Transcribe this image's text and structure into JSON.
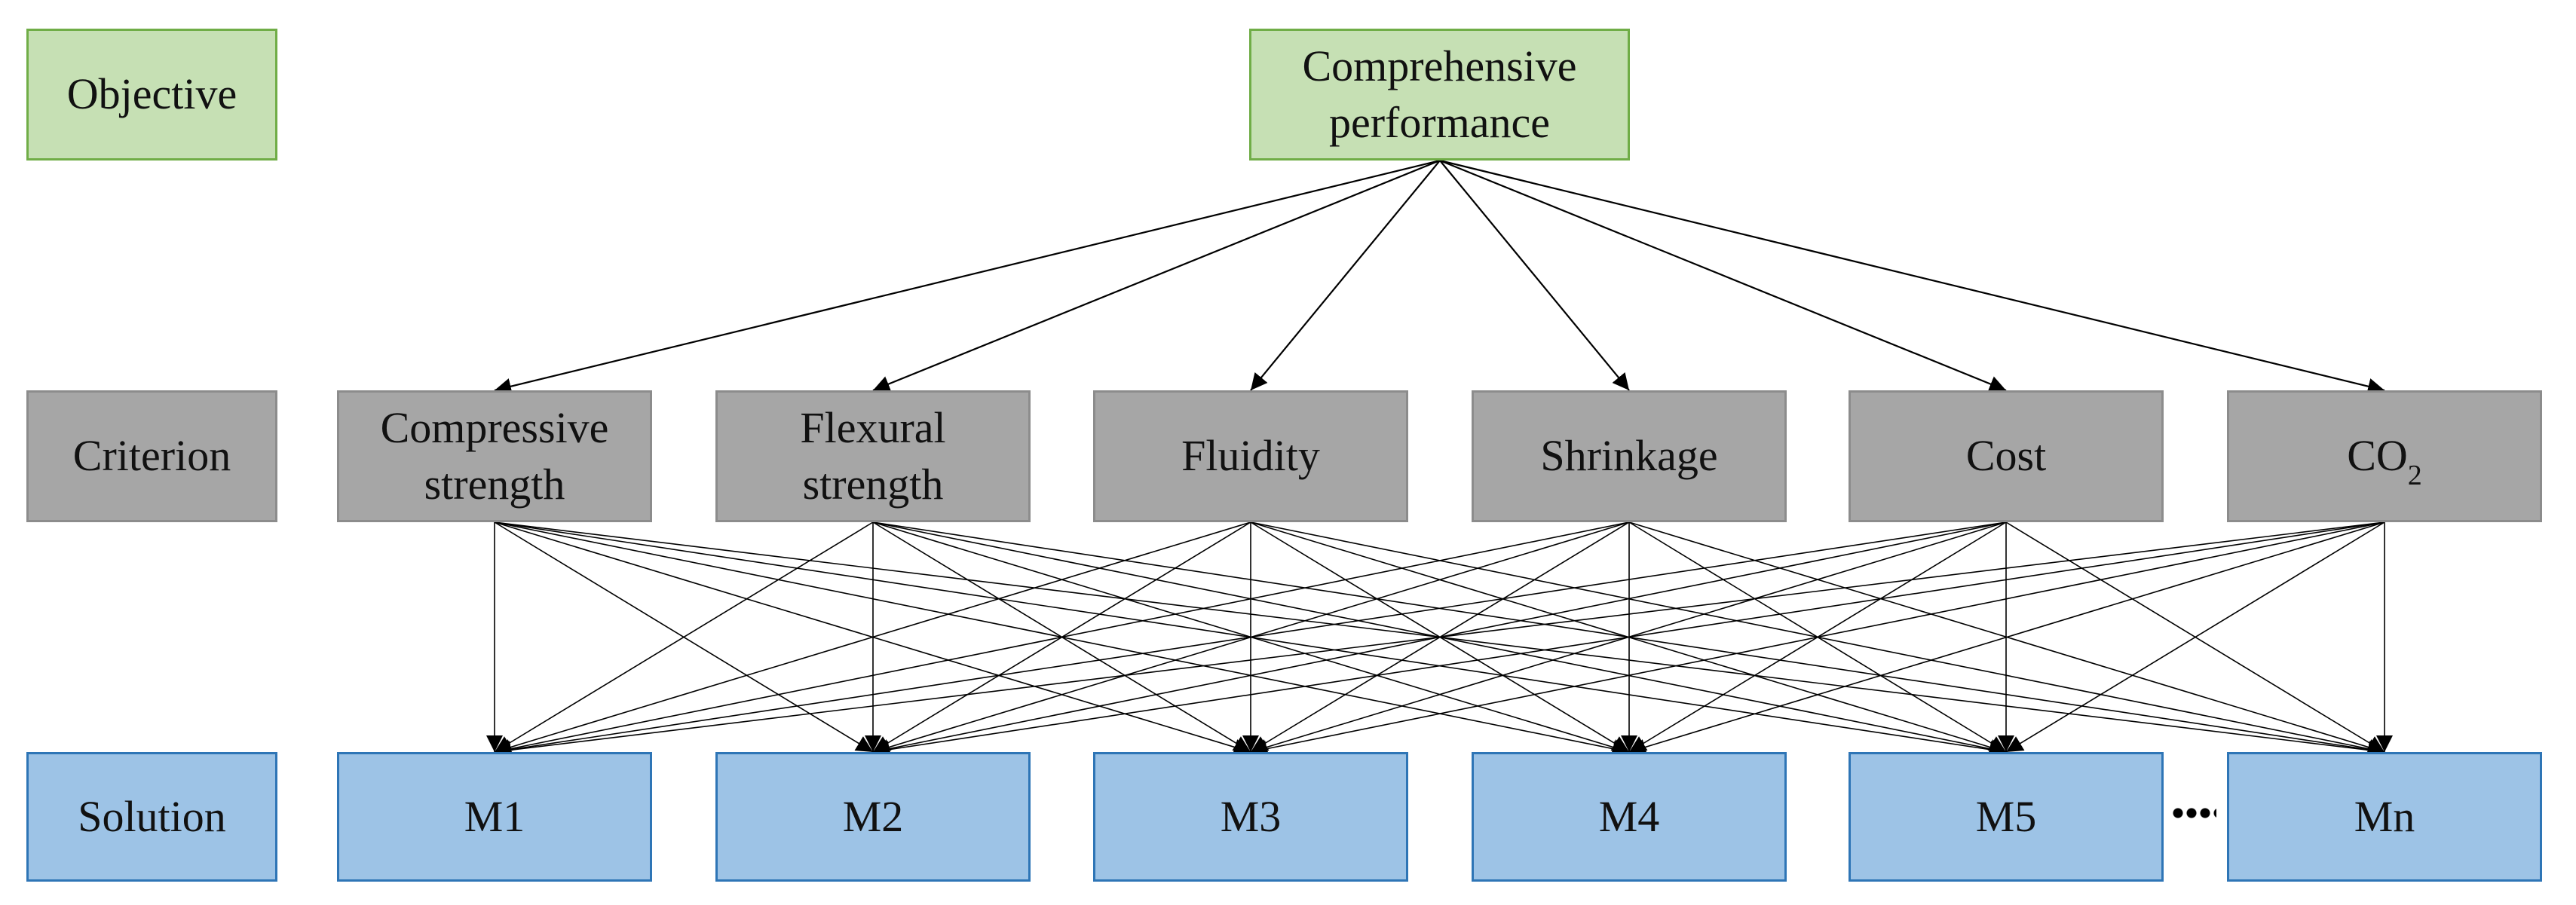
{
  "levels": {
    "objective": "Objective",
    "criterion": "Criterion",
    "solution": "Solution"
  },
  "goal": "Comprehensive\nperformance",
  "criteria": [
    "Compressive\nstrength",
    "Flexural\nstrength",
    "Fluidity",
    "Shrinkage",
    "Cost",
    "CO"
  ],
  "co2_subscript": "2",
  "solutions": [
    "M1",
    "M2",
    "M3",
    "M4",
    "M5",
    "Mn"
  ],
  "colors": {
    "objective_fill": "#c6e0b4",
    "objective_border": "#70ad47",
    "criterion_fill": "#a6a6a6",
    "criterion_border": "#8c8c8c",
    "solution_fill": "#9dc3e6",
    "solution_border": "#2e75b6",
    "connector": "#000000"
  }
}
